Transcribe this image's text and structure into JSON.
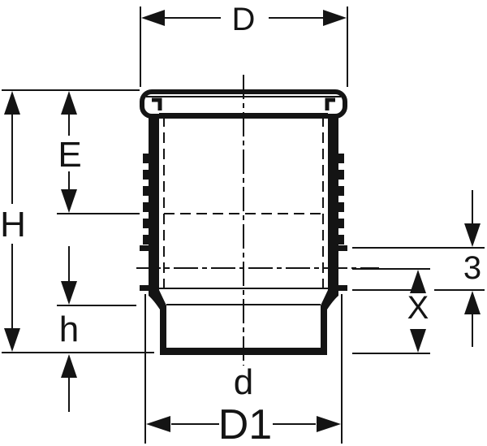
{
  "diagram": {
    "kind": "technical dimension drawing of a pipe expansion socket (cross-section)",
    "colors": {
      "line": "#141414",
      "background": "#ffffff"
    },
    "labels": {
      "D": "D",
      "H": "H",
      "E": "E",
      "h": "h",
      "d": "d",
      "D1": "D1",
      "X": "X",
      "three": "3"
    }
  }
}
